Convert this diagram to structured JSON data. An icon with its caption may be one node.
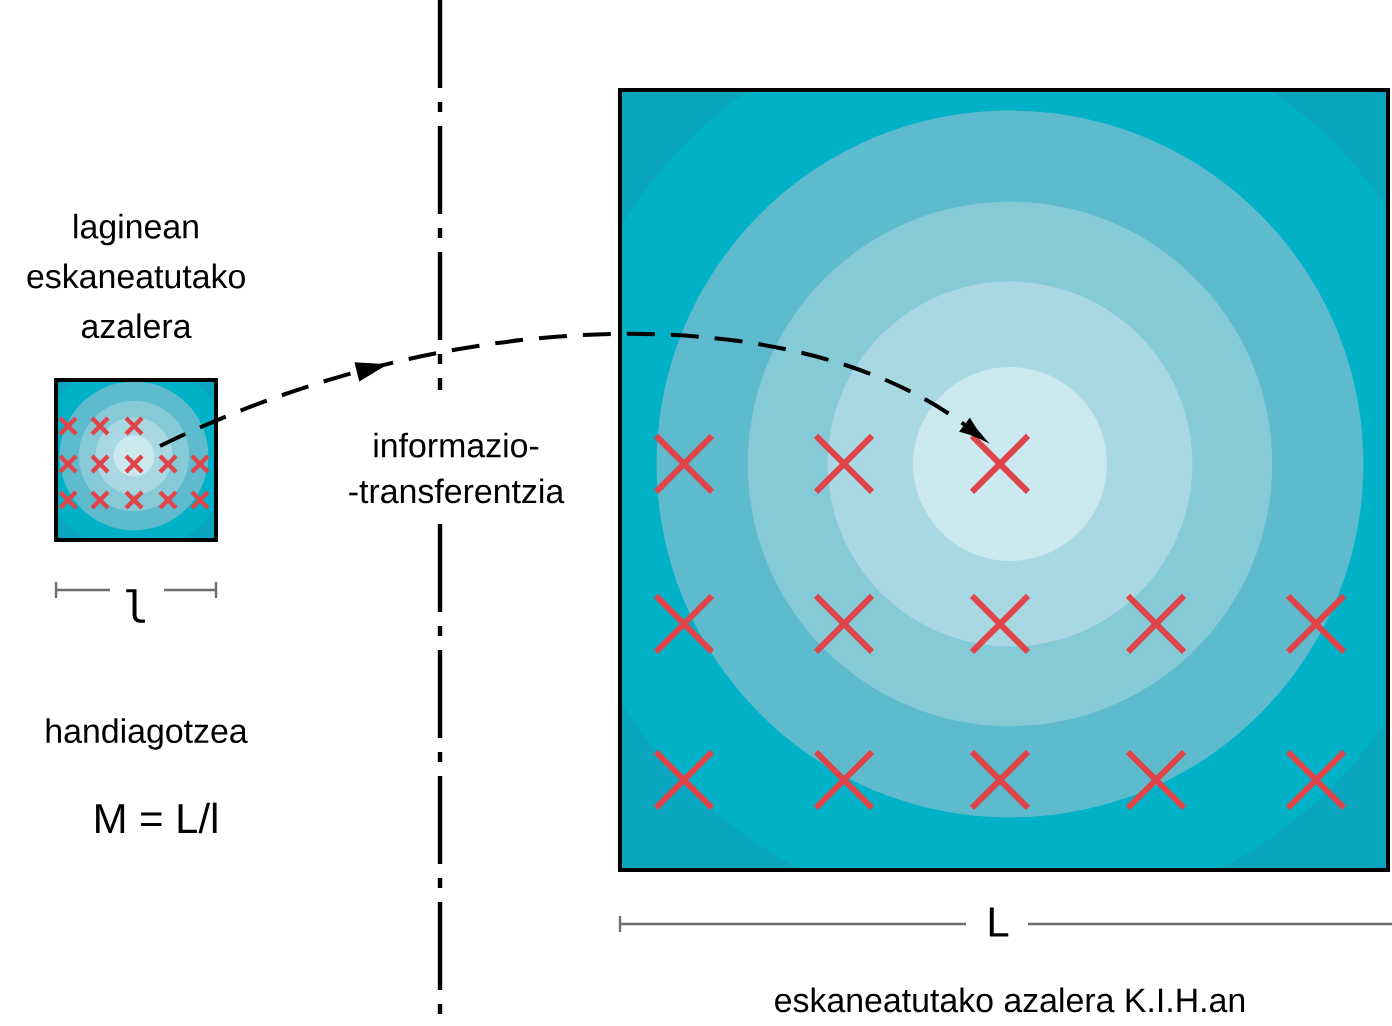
{
  "diagram": {
    "nodes": [
      {
        "text": [
          "laginean eskaneatutako azalera"
        ]
      },
      {
        "text": [
          "eskaneatutako azalera K.I.H.an"
        ]
      }
    ],
    "edges": [
      {
        "from": 0,
        "to": 1,
        "arrow": "to",
        "style": "dashed"
      }
    ],
    "labels": [
      "l",
      "handiagotzea",
      "M = L/l",
      "informazio- -transferentzia",
      "L"
    ]
  }
}
